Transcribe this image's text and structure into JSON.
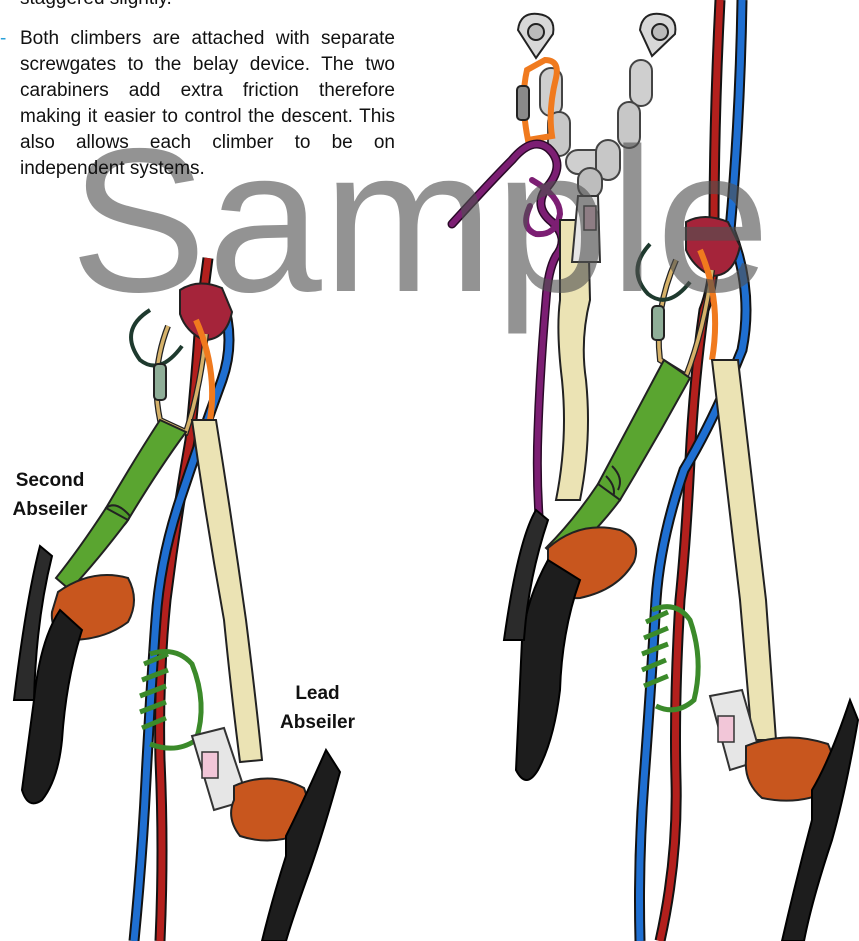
{
  "text": {
    "cut_line": "staggered slightly.",
    "bullet": "-",
    "paragraph": "Both climbers are attached with separate screwgates to the belay device. The two carabiners add extra friction therefore making it easier to control the descent. This also allows each climber to be on independent systems."
  },
  "labels": {
    "second": "Second Abseiler",
    "lead": "Lead Abseiler"
  },
  "watermark": "Sample",
  "colors": {
    "rope_red": "#b3201d",
    "rope_blue": "#1f6fd1",
    "sling_green": "#5aa530",
    "sling_tan": "#ebe3b4",
    "harness_orange": "#c8561e",
    "harness_black": "#1d1d1d",
    "belay_device": "#a5243a",
    "carabiner_orange": "#f07a1e",
    "rope_purple": "#7c1e73",
    "chain_grey": "#c9c9c9",
    "bullet_blue": "#2aa0d8"
  }
}
